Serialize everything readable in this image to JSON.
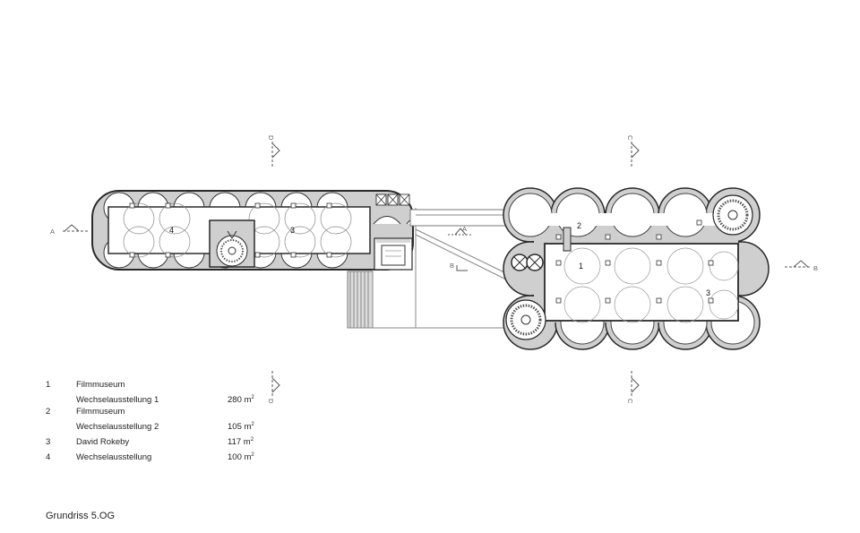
{
  "plan": {
    "room_numbers": {
      "room_1": "1",
      "room_2": "2",
      "room_3_west": "3",
      "room_3_east": "3",
      "room_4": "4"
    },
    "section_markers": {
      "a_left": "A",
      "a_right": "A",
      "b_left": "B",
      "b_right": "B",
      "c_top": "C",
      "c_bottom": "C",
      "d_top": "D",
      "d_bottom": "D"
    }
  },
  "legend": [
    {
      "number": "1",
      "label": "Filmmuseum",
      "area": ""
    },
    {
      "number": "",
      "label": "Wechselausstellung 1",
      "area": "280 m",
      "unit_sup": "2"
    },
    {
      "number": "2",
      "label": "Filmmuseum",
      "area": ""
    },
    {
      "number": "",
      "label": "Wechselausstellung 2",
      "area": "105 m",
      "unit_sup": "2"
    },
    {
      "number": "3",
      "label": "David Rokeby",
      "area": "117 m",
      "unit_sup": "2"
    },
    {
      "number": "4",
      "label": "Wechselausstellung",
      "area": "100 m",
      "unit_sup": "2"
    }
  ],
  "caption": "Grundriss 5.OG",
  "colors": {
    "wall": "#2a2a2a",
    "fill_grey": "#cfcfcf",
    "line": "#555555"
  }
}
